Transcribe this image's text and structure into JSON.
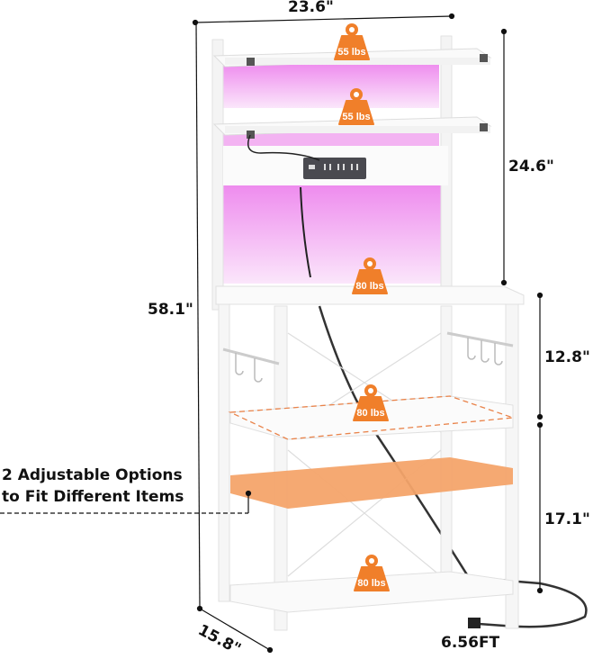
{
  "product": {
    "description": "White bakers rack with LED light hutch, power outlet strip, hooks and adjustable shelf",
    "colors": {
      "accent_orange": "#F07F2A",
      "shelf_orange": "#F4A46A",
      "led_pink": "#F2A2F0",
      "frame_white": "#F7F7F7",
      "line": "#111111"
    }
  },
  "dimensions": {
    "width": "23.6\"",
    "total_height": "58.1\"",
    "hutch_height": "24.6\"",
    "upper_gap": "12.8\"",
    "lower_gap": "17.1\"",
    "depth": "15.8\"",
    "cord_length": "6.56FT"
  },
  "weight_badges": [
    {
      "label": "55 lbs",
      "position": "top-shelf"
    },
    {
      "label": "55 lbs",
      "position": "second-shelf"
    },
    {
      "label": "80 lbs",
      "position": "tabletop"
    },
    {
      "label": "80 lbs",
      "position": "middle-shelf"
    },
    {
      "label": "80 lbs",
      "position": "bottom-shelf"
    }
  ],
  "callout": {
    "line1": "2 Adjustable Options",
    "line2": "to Fit Different Items"
  }
}
